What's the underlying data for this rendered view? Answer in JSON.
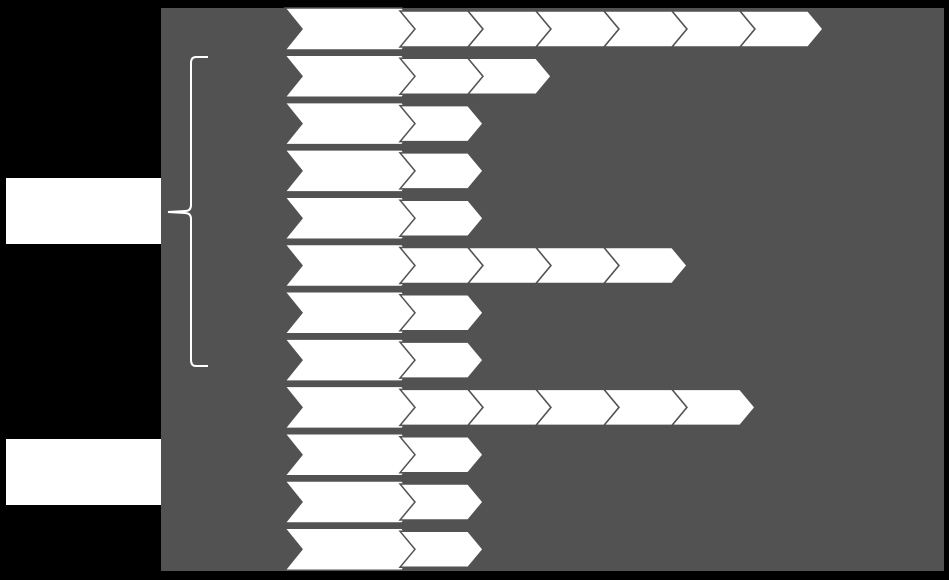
{
  "colors": {
    "frame": "#000000",
    "panel": "#525252",
    "shape_fill": "#ffffff",
    "shape_outline": "#525252",
    "bracket": "#ffffff"
  },
  "side_boxes": [
    {
      "label": ""
    },
    {
      "label": ""
    }
  ],
  "rows": [
    {
      "lead_label": "",
      "step_count": 6
    },
    {
      "lead_label": "",
      "step_count": 2
    },
    {
      "lead_label": "",
      "step_count": 1
    },
    {
      "lead_label": "",
      "step_count": 1
    },
    {
      "lead_label": "",
      "step_count": 1
    },
    {
      "lead_label": "",
      "step_count": 4
    },
    {
      "lead_label": "",
      "step_count": 1
    },
    {
      "lead_label": "",
      "step_count": 1
    },
    {
      "lead_label": "",
      "step_count": 5
    },
    {
      "lead_label": "",
      "step_count": 1
    },
    {
      "lead_label": "",
      "step_count": 1
    },
    {
      "lead_label": "",
      "step_count": 1
    }
  ],
  "bracket": {
    "spans_rows": "2-8",
    "side": "left"
  }
}
